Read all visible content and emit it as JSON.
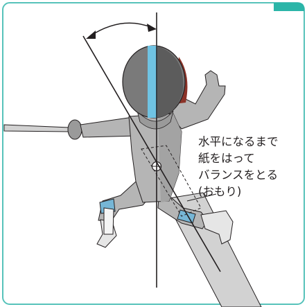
{
  "colors": {
    "frame": "#56c2ba",
    "frame_accent": "#2bb5a8",
    "suit": "#b5b5b5",
    "suit_shadow": "#8f8f8f",
    "mask": "#7a7a7a",
    "mask_dark": "#4d4d4d",
    "stripe": "#6fc3e3",
    "bib_red": "#8c3328",
    "knee_blue": "#76b6d6",
    "blade": "#d2d2d2",
    "outline": "#231f20"
  },
  "annotation": {
    "lines": [
      "水平になるまで",
      "紙をはって",
      "バランスをとる",
      "(おもり)"
    ]
  },
  "icons": [
    "curved-double-arrow-icon",
    "pivot-pin-icon"
  ]
}
